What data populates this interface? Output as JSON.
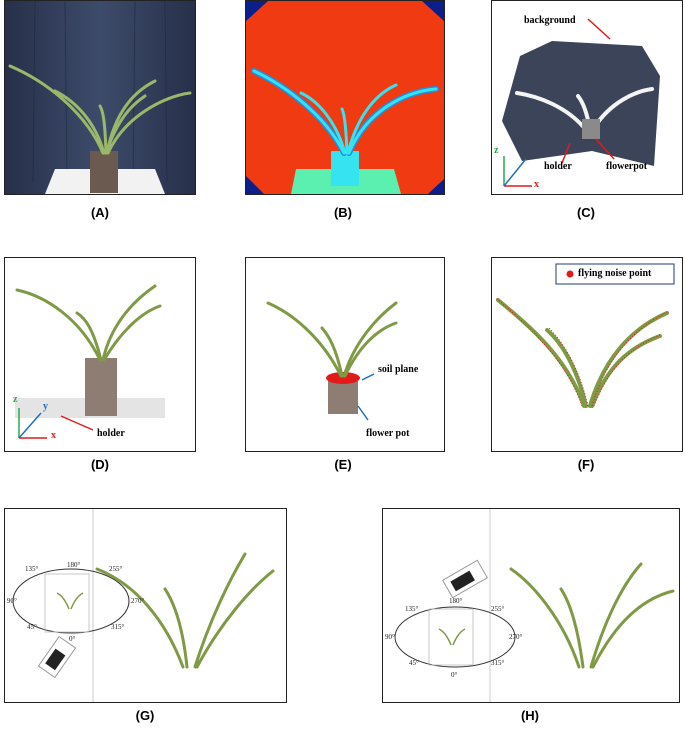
{
  "captions": [
    "(A)",
    "(B)",
    "(C)",
    "(D)",
    "(E)",
    "(F)",
    "(G)",
    "(H)"
  ],
  "panel_c": {
    "background": "background",
    "holder": "holder",
    "flowerpot": "flowerpot"
  },
  "panel_d": {
    "holder": "holder"
  },
  "panel_e": {
    "soil_plane": "soil plane",
    "flower_pot": "flower pot"
  },
  "panel_f": {
    "legend": "flying noise point"
  },
  "axes": {
    "z": "z",
    "y": "y",
    "x": "x"
  },
  "angles": {
    "a135": "135°",
    "a180": "180°",
    "a255": "255°",
    "a90": "90°",
    "a270": "270°",
    "a45": "45°",
    "a0": "0°",
    "a315": "315°"
  },
  "colors": {
    "red": "#e31a1c",
    "blue": "#1f6fb8",
    "green": "#2aa84a",
    "leaf": "#7f9a45",
    "curtain": "#2e3a52"
  }
}
